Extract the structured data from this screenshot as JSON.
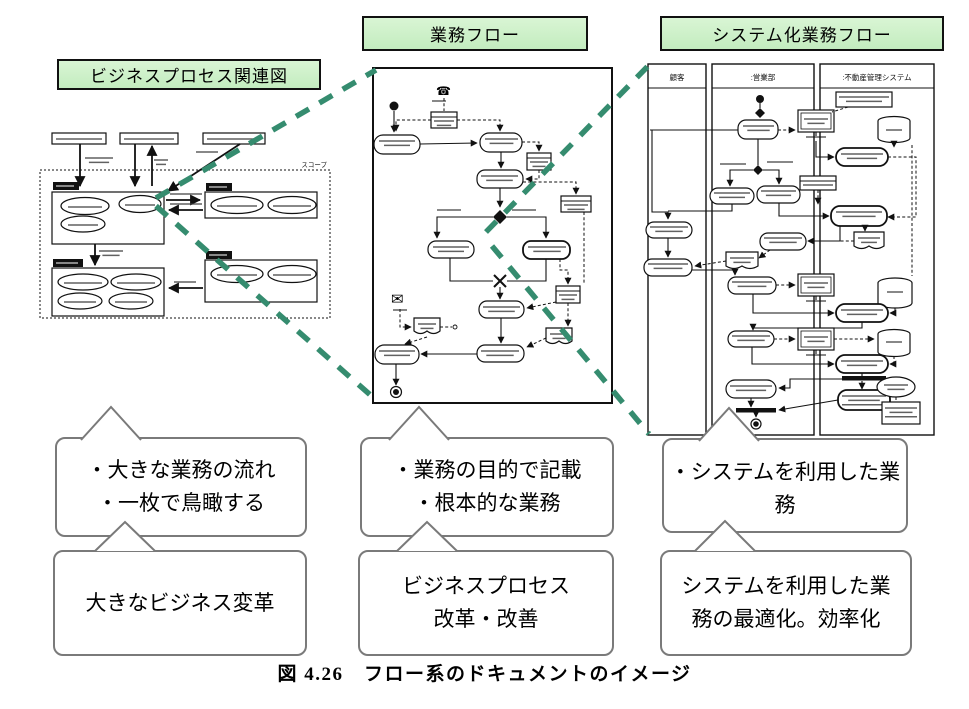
{
  "titles": {
    "left": "ビジネスプロセス関連図",
    "middle": "業務フロー",
    "right": "システム化業務フロー"
  },
  "left_diagram": {
    "scope_label": "スコープ"
  },
  "right_diagram": {
    "lanes": [
      "顧客",
      ":営業部",
      ":不動産管理システム"
    ]
  },
  "callouts": {
    "col1_top": [
      "・大きな業務の流れ",
      "・一枚で鳥瞰する"
    ],
    "col1_bottom": [
      "大きなビジネス変革"
    ],
    "col2_top": [
      "・業務の目的で記載",
      "・根本的な業務"
    ],
    "col2_bottom": [
      "ビジネスプロセス",
      "改革・改善"
    ],
    "col3_top": [
      "・システムを利用した業務"
    ],
    "col3_bottom": [
      "システムを利用した業",
      "務の最適化。効率化"
    ]
  },
  "caption": "図 4.26　フロー系のドキュメントのイメージ",
  "icons": {
    "phone": "☎",
    "mail": "✉"
  },
  "colors": {
    "title_fill": "#c9efc5",
    "zoom_dash_green": "#358c6f",
    "callout_border": "#7a7a7a",
    "line": "#111111"
  }
}
